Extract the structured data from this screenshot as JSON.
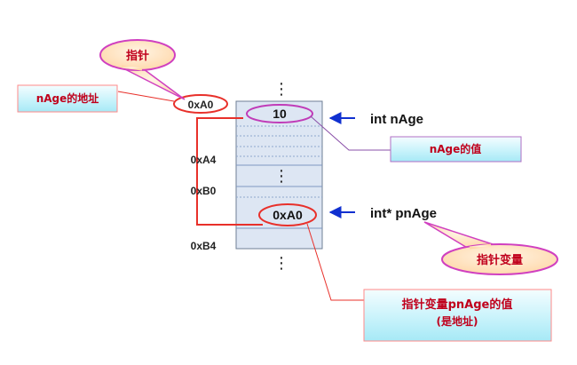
{
  "callouts": {
    "pointer_bubble": "指针",
    "nage_address_box": "nAge的地址",
    "nage_value_box": "nAge的值",
    "pointer_var_bubble": "指针变量",
    "pnage_value_box_line1": "指针变量pnAge的值",
    "pnage_value_box_line2": "(是地址)"
  },
  "addresses": {
    "a0": "0xA0",
    "a4": "0xA4",
    "b0": "0xB0",
    "b4": "0xB4"
  },
  "cells": {
    "nage_value": "10",
    "pnage_value": "0xA0"
  },
  "declarations": {
    "nage": "int nAge",
    "pnage": "int* pnAge"
  },
  "ellipsis": "⋮",
  "colors": {
    "accent_red": "#e8302a",
    "memory_fill": "#dde6f3",
    "memory_line": "#8fa8cc",
    "box_fill": "#c8f2fa",
    "box_border": "#ff8a8a",
    "box_text": "#c0001c",
    "bubble_fill": "#ffe6c6",
    "bubble_border": "#d040c0",
    "arrow_blue": "#1030d0",
    "leader_purple": "#8a50a8"
  }
}
